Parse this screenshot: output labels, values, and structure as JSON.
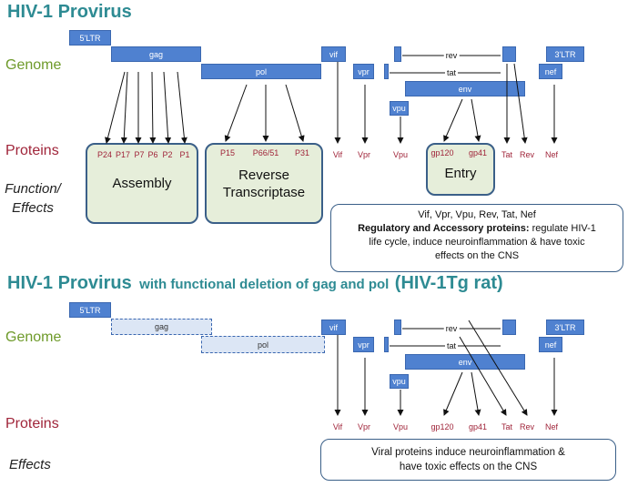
{
  "top": {
    "title": "HIV-1 Provirus",
    "row_genome": "Genome",
    "row_proteins": "Proteins",
    "row_function_1": "Function/",
    "row_function_2": "Effects",
    "genes": {
      "ltr5": "5'LTR",
      "gag": "gag",
      "pol": "pol",
      "vif": "vif",
      "vpr": "vpr",
      "rev": "rev",
      "tat": "tat",
      "env": "env",
      "vpu": "vpu",
      "ltr3": "3'LTR",
      "nef": "nef"
    },
    "proteins": {
      "p24": "P24",
      "p17": "P17",
      "p7": "P7",
      "p6": "P6",
      "p2": "P2",
      "p1": "P1",
      "p15": "P15",
      "p66": "P66/51",
      "p31": "P31",
      "vif": "Vif",
      "vpr": "Vpr",
      "vpu": "Vpu",
      "gp120": "gp120",
      "gp41": "gp41",
      "tat": "Tat",
      "rev": "Rev",
      "nef": "Nef"
    },
    "boxes": {
      "assembly": "Assembly",
      "rt_1": "Reverse",
      "rt_2": "Transcriptase",
      "entry": "Entry"
    },
    "info": {
      "line1": "Vif, Vpr, Vpu, Rev, Tat, Nef",
      "bold": "Regulatory and Accessory proteins:",
      "rest1": " regulate HIV-1",
      "line3": "life cycle, induce neuroinflammation & have toxic",
      "line4": "effects on the CNS"
    }
  },
  "bottom": {
    "title": "HIV-1 Provirus",
    "subtitle": "with functional deletion of gag and pol",
    "tag": "(HIV-1Tg rat)",
    "row_genome": "Genome",
    "row_proteins": "Proteins",
    "row_effects": "Effects",
    "genes": {
      "ltr5": "5'LTR",
      "gag": "gag",
      "pol": "pol",
      "vif": "vif",
      "vpr": "vpr",
      "rev": "rev",
      "tat": "tat",
      "env": "env",
      "vpu": "vpu",
      "ltr3": "3'LTR",
      "nef": "nef"
    },
    "proteins": {
      "vif": "Vif",
      "vpr": "Vpr",
      "vpu": "Vpu",
      "gp120": "gp120",
      "gp41": "gp41",
      "tat": "Tat",
      "rev": "Rev",
      "nef": "Nef"
    },
    "info": {
      "line1": "Viral proteins induce neuroinflammation &",
      "line2": "have toxic effects on the CNS"
    }
  }
}
